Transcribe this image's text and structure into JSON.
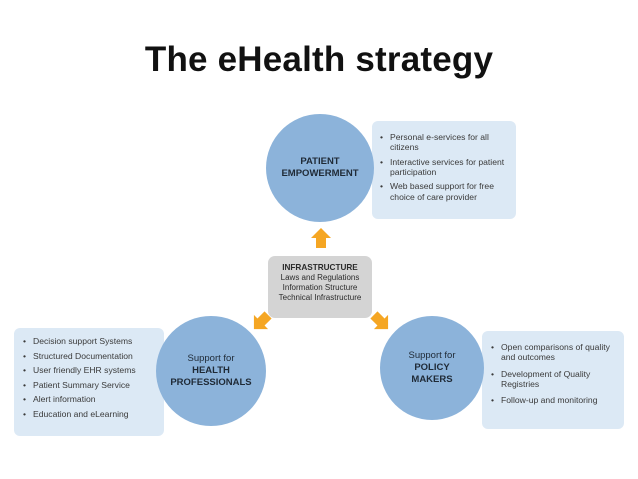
{
  "title": "The eHealth strategy",
  "colors": {
    "circle": "#8cb3da",
    "infobox": "#dce9f5",
    "infrastructure": "#d4d4d4",
    "arrow": "#f5a623"
  },
  "infrastructure": {
    "title": "INFRASTRUCTURE",
    "lines": [
      "Laws and Regulations",
      "Information Structure",
      "Technical Infrastructure"
    ]
  },
  "patient": {
    "circle": [
      "PATIENT",
      "EMPOWERMENT"
    ],
    "items": [
      "Personal e-services for all citizens",
      "Interactive services for patient participation",
      "Web based support for free choice of care provider"
    ]
  },
  "health": {
    "circle_lead": "Support for",
    "circle": [
      "HEALTH",
      "PROFESSIONALS"
    ],
    "items": [
      "Decision support Systems",
      "Structured Documentation",
      "User friendly EHR systems",
      "Patient Summary Service",
      "Alert information",
      "Education and eLearning"
    ]
  },
  "policy": {
    "circle_lead": "Support for",
    "circle": [
      "POLICY",
      "MAKERS"
    ],
    "items": [
      "Open comparisons of quality and outcomes",
      "Development of Quality Registries",
      "Follow-up and monitoring"
    ]
  }
}
